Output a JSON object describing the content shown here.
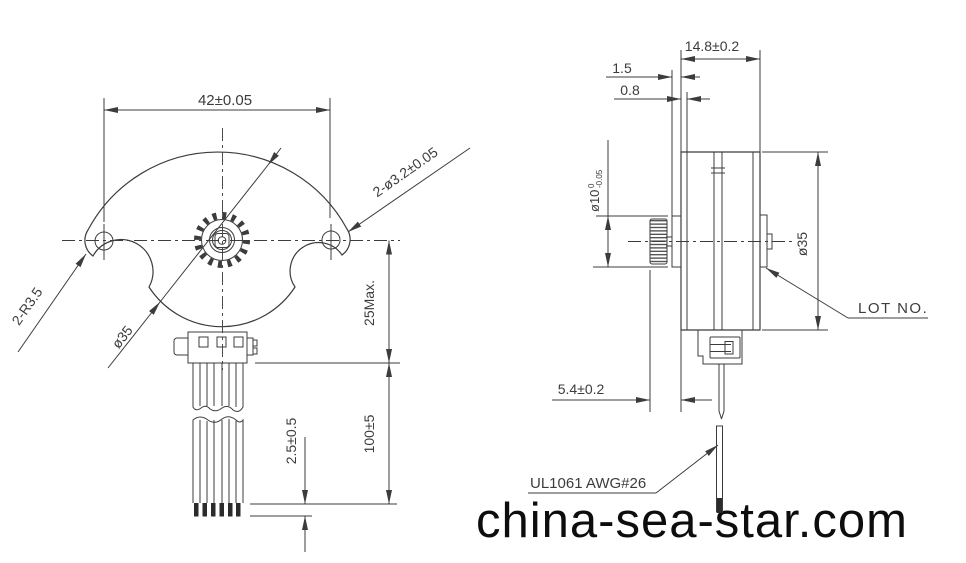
{
  "watermark": "china-sea-star.com",
  "labels": {
    "front": {
      "width": "42±0.05",
      "holes": "2-ø3.2±0.05",
      "ears": "2-R3.5",
      "body_dia": "ø35",
      "depth": "25Max.",
      "lead_len": "100±5",
      "strip_len": "2.5±0.5"
    },
    "side": {
      "depth_total": "14.8±0.2",
      "boss_protrusion": "1.5",
      "plate_thickness": "0.8",
      "shaft_main": "ø10",
      "shaft_tol_upper": "0",
      "shaft_tol_lower": "-0.05",
      "body_dia": "ø35",
      "conn_offset": "5.4±0.2",
      "lot": "LOT NO.",
      "wire_spec": "UL1061 AWG#26"
    }
  },
  "colors": {
    "line": "#3c3c3c",
    "watermark": "#0d0d0d",
    "background": "#ffffff"
  }
}
